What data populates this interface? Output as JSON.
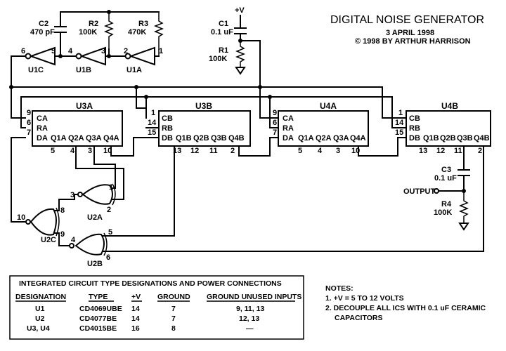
{
  "title": {
    "main": "DIGITAL NOISE GENERATOR",
    "date": "3 APRIL 1998",
    "copyright": "© 1998 BY ARTHUR HARRISON"
  },
  "components": {
    "c1": {
      "name": "C1",
      "value": "0.1 uF"
    },
    "c2": {
      "name": "C2",
      "value": "470 pF"
    },
    "c3": {
      "name": "C3",
      "value": "0.1 uF"
    },
    "r1": {
      "name": "R1",
      "value": "100K"
    },
    "r2": {
      "name": "R2",
      "value": "100K"
    },
    "r3": {
      "name": "R3",
      "value": "470K"
    },
    "r4": {
      "name": "R4",
      "value": "100K"
    },
    "supply": "+V",
    "output": "OUTPUT"
  },
  "ics": {
    "u3a": {
      "name": "U3A",
      "inputs": [
        "CA",
        "RA",
        "DA"
      ],
      "outputs": [
        "Q1A",
        "Q2A",
        "Q3A",
        "Q4A"
      ],
      "in_pins": [
        "9",
        "6",
        "7"
      ],
      "out_pins": [
        "5",
        "4",
        "3",
        "10"
      ]
    },
    "u3b": {
      "name": "U3B",
      "inputs": [
        "CB",
        "RB",
        "DB"
      ],
      "outputs": [
        "Q1B",
        "Q2B",
        "Q3B",
        "Q4B"
      ],
      "in_pins": [
        "1",
        "14",
        "15"
      ],
      "out_pins": [
        "13",
        "12",
        "11",
        "2"
      ]
    },
    "u4a": {
      "name": "U4A",
      "inputs": [
        "CA",
        "RA",
        "DA"
      ],
      "outputs": [
        "Q1A",
        "Q2A",
        "Q3A",
        "Q4A"
      ],
      "in_pins": [
        "9",
        "6",
        "7"
      ],
      "out_pins": [
        "5",
        "4",
        "3",
        "10"
      ]
    },
    "u4b": {
      "name": "U4B",
      "inputs": [
        "CB",
        "RB",
        "DB"
      ],
      "outputs": [
        "Q1B",
        "Q2B",
        "Q3B",
        "Q4B"
      ],
      "in_pins": [
        "1",
        "14",
        "15"
      ],
      "out_pins": [
        "13",
        "12",
        "11",
        "2"
      ]
    }
  },
  "gates": {
    "u1a": {
      "name": "U1A",
      "in": "1",
      "out": "2"
    },
    "u1b": {
      "name": "U1B",
      "in": "3",
      "out": "4"
    },
    "u1c": {
      "name": "U1C",
      "in": "5",
      "out": "6"
    },
    "u2a": {
      "name": "U2A",
      "in1": "1",
      "in2": "2",
      "out": "3"
    },
    "u2b": {
      "name": "U2B",
      "in1": "5",
      "in2": "6",
      "out": "4"
    },
    "u2c": {
      "name": "U2C",
      "in1": "8",
      "in2": "9",
      "out": "10"
    }
  },
  "table": {
    "title": "INTEGRATED CIRCUIT TYPE DESIGNATIONS AND POWER CONNECTIONS",
    "headers": [
      "DESIGNATION",
      "TYPE",
      "+V",
      "GROUND",
      "GROUND UNUSED INPUTS"
    ],
    "rows": [
      [
        "U1",
        "CD4069UBE",
        "14",
        "7",
        "9, 11, 13"
      ],
      [
        "U2",
        "CD4077BE",
        "14",
        "7",
        "12, 13"
      ],
      [
        "U3, U4",
        "CD4015BE",
        "16",
        "8",
        "—"
      ]
    ]
  },
  "notes": {
    "heading": "NOTES:",
    "items": [
      "1. +V = 5 TO 12 VOLTS",
      "2. DECOUPLE ALL ICS WITH 0.1 uF CERAMIC",
      "CAPACITORS"
    ]
  }
}
